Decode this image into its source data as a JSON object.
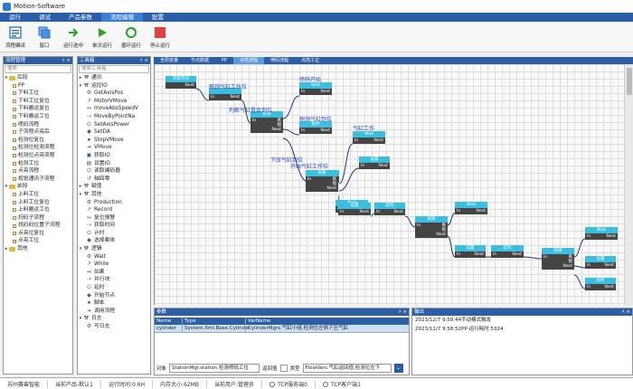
{
  "window": {
    "title": "Motion-Software"
  },
  "menu": {
    "tabs": [
      "运行",
      "调试",
      "产品参数",
      "流程编辑",
      "配置"
    ],
    "active": 3
  },
  "toolbar": {
    "buttons": [
      {
        "label": "流程编译",
        "icon": "compile-icon"
      },
      {
        "label": "窗口",
        "icon": "window-icon"
      },
      {
        "label": "运行选中",
        "icon": "run-selected-icon"
      },
      {
        "label": "单次运行",
        "icon": "single-run-icon"
      },
      {
        "label": "循环运行",
        "icon": "loop-run-icon"
      },
      {
        "label": "停止运行",
        "icon": "stop-icon"
      }
    ],
    "colors": {
      "run": "#2aa52a",
      "stop": "#e04040",
      "accent": "#2a5fa8"
    }
  },
  "flow_panel": {
    "title": "流程管理",
    "controls": "♯ ×",
    "search_placeholder": "搜索",
    "groups": [
      {
        "name": "后段",
        "items": [
          "PP",
          "下料工位",
          "下料工位复位",
          "下料搬运复位",
          "下料搬运工位",
          "喷码流程",
          "子流程点亮后",
          "检测位复位",
          "检测位检测流程",
          "检测位点亮流程",
          "检测工位",
          "点亮流程",
          "视觉通讯子流程"
        ]
      },
      {
        "name": "前段",
        "items": [
          "上料工位",
          "上料工位复位",
          "上料搬运工位",
          "扫码子流程",
          "找码码位置子流程",
          "点亮位复位",
          "点亮工位"
        ]
      },
      {
        "name": "其他",
        "items": []
      }
    ]
  },
  "toolbox": {
    "title": "工具箱",
    "controls": "♯ ×",
    "search_placeholder": "搜索工具箱",
    "groups": [
      {
        "name": "通讯",
        "expanded": false,
        "items": []
      },
      {
        "name": "运控IO",
        "expanded": true,
        "items": [
          "GetAxisPos",
          "MotorVMove",
          "moveAbsSpeedV",
          "MoveByPointNa",
          "SetAxisPower",
          "SetDA",
          "StopVMove",
          "VMove",
          "获取IO",
          "设置IO",
          "读取编码器",
          "轴回零"
        ]
      },
      {
        "name": "赋值",
        "expanded": false,
        "items": []
      },
      {
        "name": "其他",
        "expanded": true,
        "items": [
          "Production",
          "Record",
          "复位报警",
          "获取时间",
          "计时",
          "选择案体"
        ]
      },
      {
        "name": "逻辑",
        "expanded": true,
        "items": [
          "Wait",
          "While",
          "如果",
          "并行块",
          "延时",
          "开始节点",
          "脚本",
          "调用流程"
        ]
      },
      {
        "name": "日志",
        "expanded": true,
        "items": [
          "写日志"
        ]
      }
    ]
  },
  "doc_tabs": [
    "全局变量",
    "节点数据",
    "PP",
    "点亮流程",
    "喷码流程",
    "点亮工位"
  ],
  "doc_tab_active": 3,
  "canvas": {
    "labels": [
      "侧顶气缸工作位",
      "喷码开始",
      "判断气缸是否到位",
      "侧顶气缸到位",
      "气缸工作",
      "下压气缸到位",
      "开始气缸工作位"
    ],
    "node_texts": {
      "start": "开始节点",
      "next": "Next",
      "in": "In",
      "wait": "Wait",
      "if": "如果",
      "true": "真",
      "false": "假",
      "delay": "延时",
      "set": "设置"
    }
  },
  "params": {
    "title": "参数",
    "controls": "♯ ×",
    "columns": [
      "Name",
      "Type",
      "VarName"
    ],
    "rows": [
      {
        "name": "cylinder",
        "type": "System.Xml.Base.Cylinder",
        "varname": "CylinderMgrs.气缸小组.检测位左侧下压气缸"
      }
    ],
    "footer": {
      "object_label": "对象",
      "object_value": "StationMgr.station.检测喷码工位",
      "return_label": "返回值",
      "type_label": "类型",
      "type_value": "FlowVars.气缸返回值.检测位左下"
    }
  },
  "output": {
    "title": "输出",
    "controls": "♯ ×",
    "lines": [
      "2023/12/7 9:58:44手动模式触发",
      "2023/12/7 9:58:52PP-运行耗时:5324"
    ]
  },
  "status": {
    "company": "苏州赛兽智能",
    "product": "当前产品-默认1",
    "runtime": "运行时间:0.6H",
    "memory": "内存大小:62MB",
    "user": "当前用户:管理员",
    "tcp_server": "TCP服务端0",
    "tcp_client": "TCP客户端1"
  }
}
